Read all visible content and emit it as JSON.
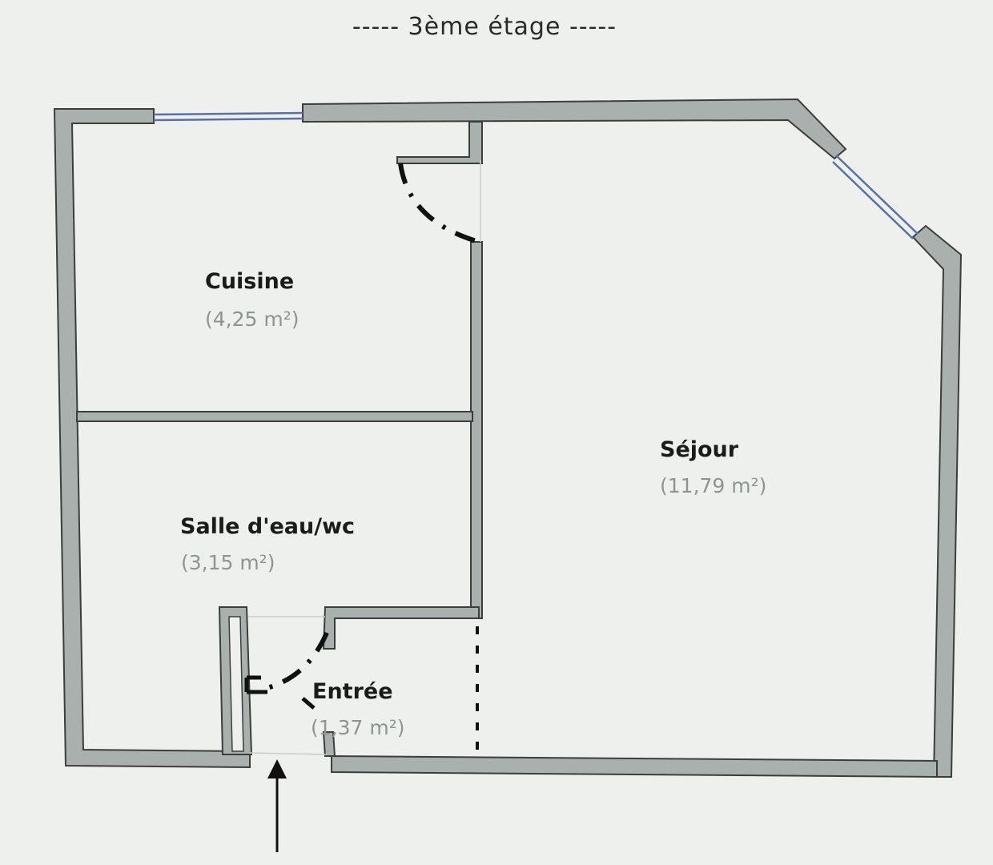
{
  "floor_label": "----- 3ème étage -----",
  "rooms": [
    {
      "name": "Cuisine",
      "area": "(4,25 m²)"
    },
    {
      "name": "Salle d'eau/wc",
      "area": "(3,15 m²)"
    },
    {
      "name": "Séjour",
      "area": "(11,79 m²)"
    },
    {
      "name": "Entrée",
      "area": "(1,37 m²)"
    }
  ],
  "colors": {
    "wall_fill": "#a9b0ad",
    "wall_outline": "#3a3f3d",
    "window": "#5a6fa8",
    "door": "#111111",
    "background": "#eef0ee"
  }
}
